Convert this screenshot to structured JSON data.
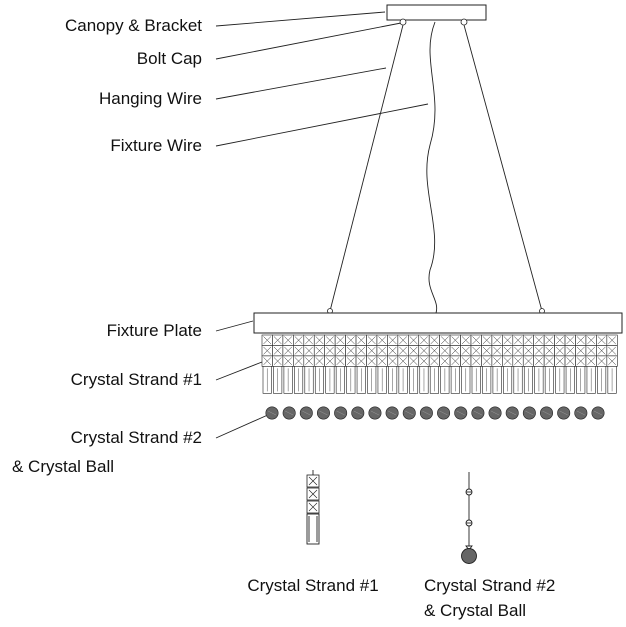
{
  "labels": {
    "canopy": "Canopy & Bracket",
    "bolt_cap": "Bolt Cap",
    "hanging_wire": "Hanging Wire",
    "fixture_wire": "Fixture Wire",
    "fixture_plate": "Fixture Plate",
    "strand1": "Crystal Strand #1",
    "strand2_line1": "Crystal Strand #2",
    "strand2_line2": "& Crystal Ball"
  },
  "details": {
    "strand1": "Crystal Strand #1",
    "strand2_line1": "Crystal Strand #2",
    "strand2_line2": "& Crystal Ball"
  },
  "colors": {
    "line": "#222222",
    "text": "#111111",
    "ball": "#666666"
  }
}
